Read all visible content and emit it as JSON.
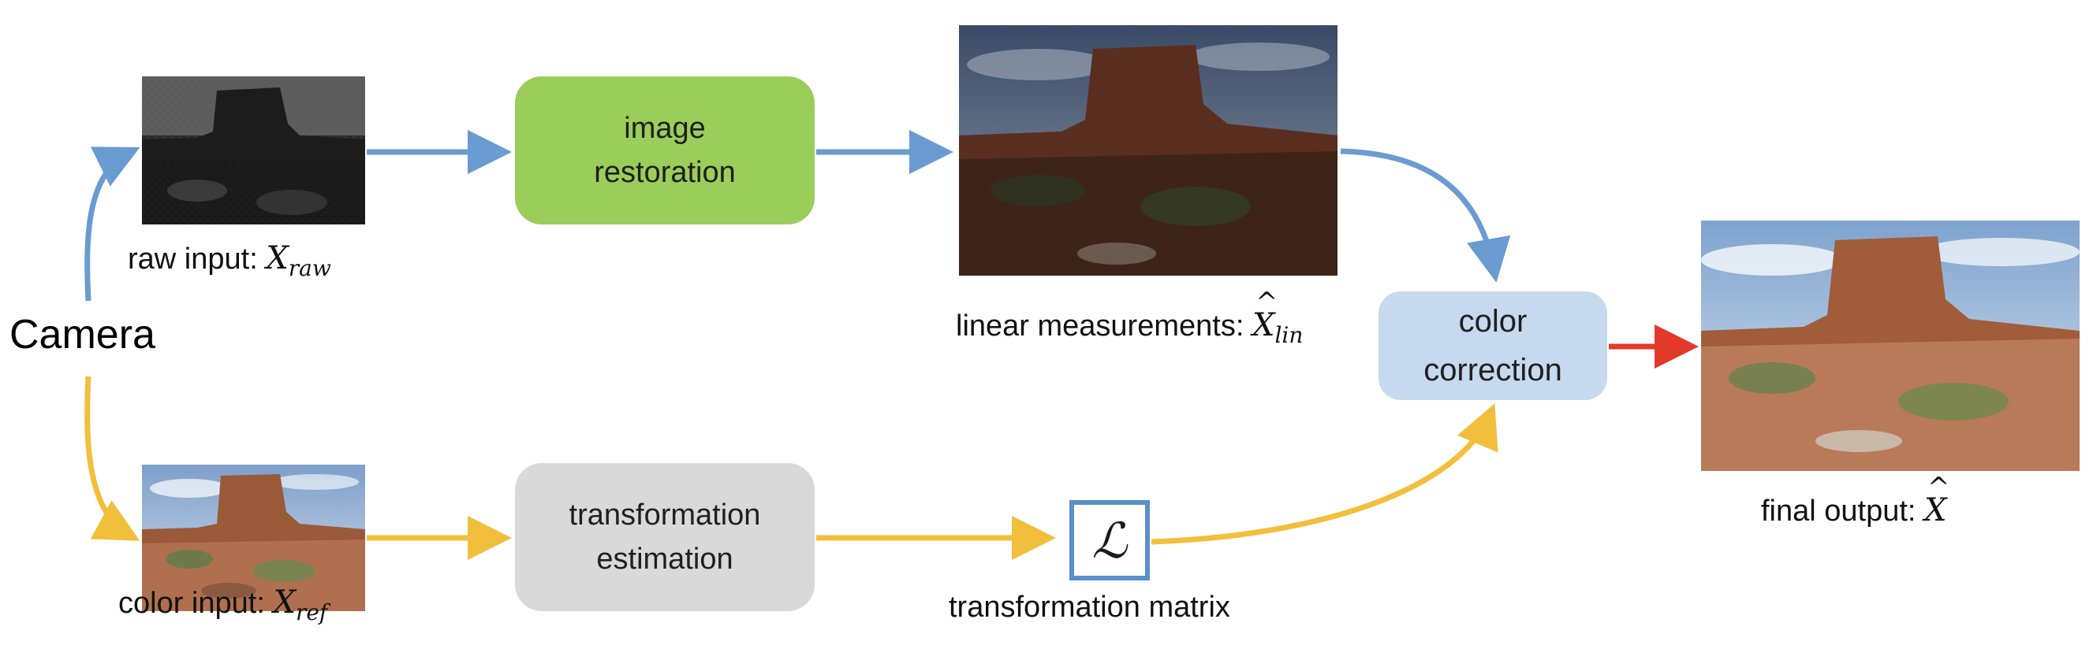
{
  "camera_label": "Camera",
  "inputs": {
    "raw": {
      "text": "raw input:",
      "symbol": "X",
      "subscript": "raw"
    },
    "color": {
      "text": "color input:",
      "symbol": "X",
      "subscript": "ref"
    }
  },
  "blocks": {
    "restoration": {
      "line1": "image",
      "line2": "restoration"
    },
    "estimation": {
      "line1": "transformation",
      "line2": "estimation"
    },
    "correction": {
      "line1": "color",
      "line2": "correction"
    }
  },
  "linear": {
    "text": "linear measurements:",
    "symbol": "X",
    "subscript": "lin"
  },
  "matrix": {
    "symbol": "ℒ",
    "caption": "transformation matrix"
  },
  "output": {
    "text": "final output:",
    "symbol": "X"
  },
  "colors": {
    "blue_arrow": "#6a9bd1",
    "yellow_arrow": "#f2bf3c",
    "red_arrow": "#e2392b",
    "restoration_fill": "#9acd5a",
    "estimation_fill": "#d9d9d9",
    "correction_fill": "#c6d9ef",
    "matrix_border": "#5b8fcc"
  }
}
